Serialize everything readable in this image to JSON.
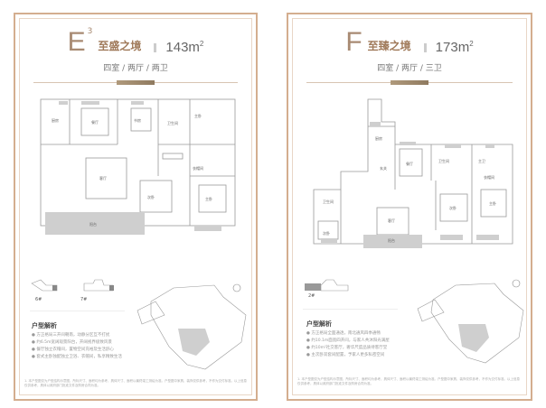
{
  "cards": [
    {
      "id": "E3",
      "letter": "E",
      "superscript": "3",
      "name": "至盛之境",
      "area": "143m",
      "area_sup": "2",
      "rooms": "四室 / 两厅 / 两卫",
      "plan_labels": [
        "厨房",
        "餐厅",
        "书房",
        "卫生间",
        "主卧",
        "客厅",
        "次卧",
        "衣帽间",
        "主卫",
        "阳台",
        "飘窗"
      ],
      "buildings": [
        "6#",
        "7#"
      ],
      "analysis": {
        "title": "户型解析",
        "items": [
          "● 方正格局三开间朝南，动静分区互不打扰",
          "● 约6.5m宽阔观景阳台，开阔视界极致风景",
          "● 餐厅独立衣帽间，置物空间充裕及生活舒心",
          "● 套式主卧独配独立卫浴、衣帽间，私享精致生活"
        ]
      },
      "footnote": "1. 本户型图仅为户型结构示意图，所标尺寸、面积均为参考，具体尺寸、面积以最终竣工测绘为准。户型图中家具、装饰仅供参考，不作为交付标准。以上信息仅供参考，具体以政府部门批准文件及购房合同为准。"
    },
    {
      "id": "F",
      "letter": "F",
      "superscript": "",
      "name": "至臻之境",
      "area": "173m",
      "area_sup": "2",
      "rooms": "四室 / 两厅 / 三卫",
      "plan_labels": [
        "厨房",
        "餐厅",
        "玄关",
        "卫生间",
        "次卧",
        "主卫",
        "客厅",
        "衣帽间",
        "主卧",
        "阳台",
        "飘窗"
      ],
      "buildings": [
        "2#"
      ],
      "analysis": {
        "title": "户型解析",
        "items": [
          "● 方正格局全面通透，南北通风四季通畅",
          "● 约10.1m面宽四开间，与家人共沐阳光满屋",
          "● 约10m²社交客厅，奢华尺度品质待客厅堂",
          "● 主次卧双套间配置，予家人更多私密空间"
        ]
      },
      "footnote": "1. 本户型图仅为户型结构示意图，所标尺寸、面积均为参考，具体尺寸、面积以最终竣工测绘为准。户型图中家具、装饰仅供参考，不作为交付标准。以上信息仅供参考，具体以政府部门批准文件及购房合同为准。"
    }
  ],
  "colors": {
    "accent": "#a88a72",
    "border": "#d4ae8f",
    "gray_fill": "#cfcfcf"
  }
}
